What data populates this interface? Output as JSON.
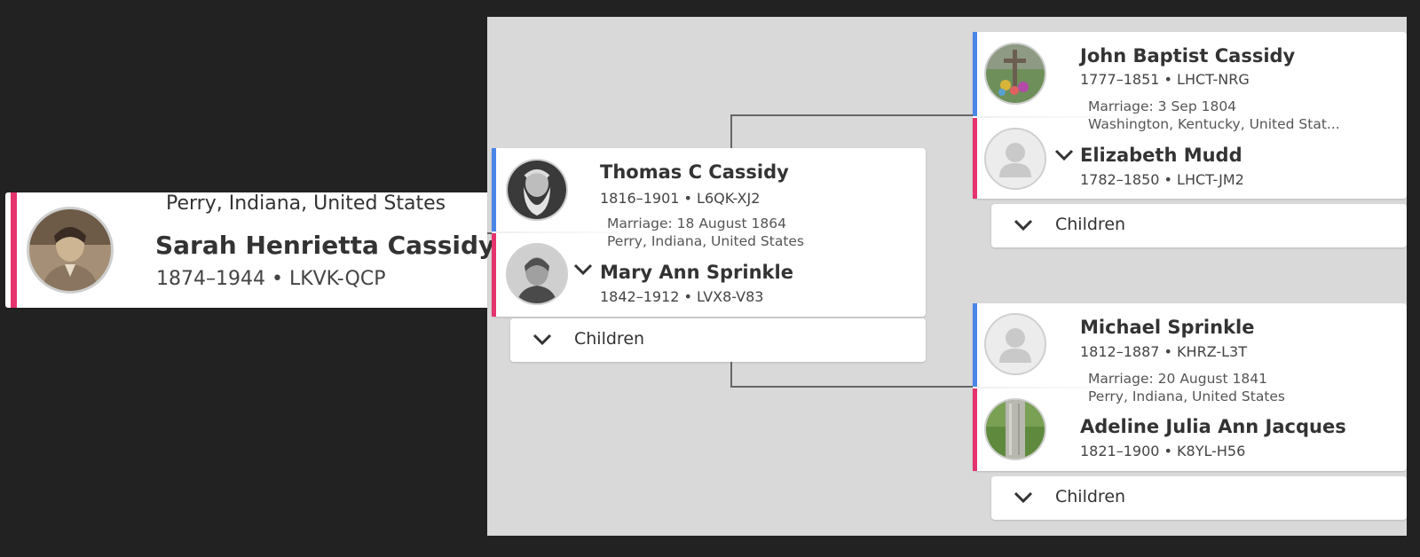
{
  "focus": {
    "place": "Perry, Indiana, United States",
    "name": "Sarah Henrietta Cassidy",
    "lifespan": "1874–1944 • LKVK-QCP",
    "avatar_icon": "portrait-photo-icon"
  },
  "parents": {
    "father": {
      "name": "Thomas C Cassidy",
      "lifespan": "1816–1901 • L6QK-XJ2",
      "avatar_icon": "portrait-photo-icon"
    },
    "marriage_line1": "Marriage: 18 August 1864",
    "marriage_line2": "Perry, Indiana, United States",
    "mother": {
      "name": "Mary Ann Sprinkle",
      "lifespan": "1842–1912 • LVX8-V83",
      "avatar_icon": "portrait-photo-icon"
    },
    "children_label": "Children"
  },
  "paternal_grandparents": {
    "father": {
      "name": "John Baptist Cassidy",
      "lifespan": "1777–1851 • LHCT-NRG",
      "avatar_icon": "grave-photo-icon"
    },
    "marriage_line1": "Marriage: 3 Sep 1804",
    "marriage_line2": "Washington, Kentucky, United Stat...",
    "mother": {
      "name": "Elizabeth Mudd",
      "lifespan": "1782–1850 • LHCT-JM2",
      "avatar_icon": "person-placeholder-icon"
    },
    "children_label": "Children"
  },
  "maternal_grandparents": {
    "father": {
      "name": "Michael Sprinkle",
      "lifespan": "1812–1887 • KHRZ-L3T",
      "avatar_icon": "person-placeholder-icon"
    },
    "marriage_line1": "Marriage: 20 August 1841",
    "marriage_line2": "Perry, Indiana, United States",
    "mother": {
      "name": "Adeline Julia Ann Jacques",
      "lifespan": "1821–1900 • K8YL-H56",
      "avatar_icon": "grave-photo-icon"
    },
    "children_label": "Children"
  },
  "colors": {
    "male_bar": "#4a86e8",
    "female_bar": "#e5336d",
    "page_bg": "#222222",
    "canvas_bg": "#d9d9d9"
  }
}
